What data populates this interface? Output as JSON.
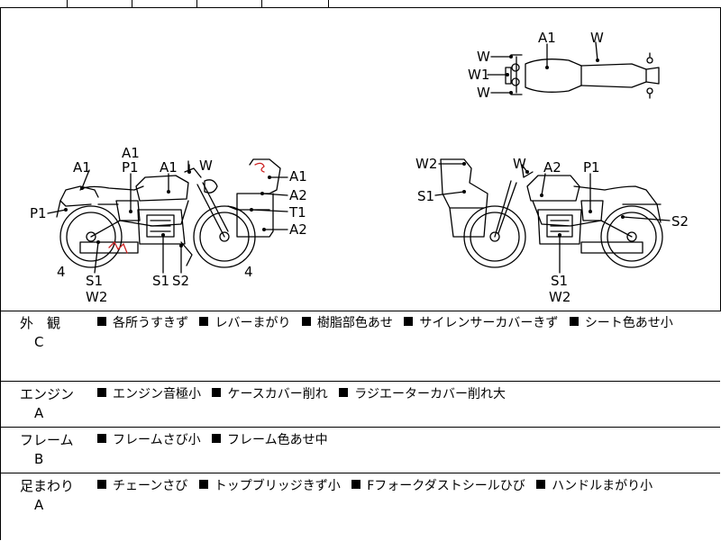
{
  "top_strip": {
    "partial_text": ""
  },
  "diagram": {
    "left_bike": {
      "labels": [
        "A1",
        "A1",
        "P1",
        "A1",
        "W",
        "A1",
        "A2",
        "T1",
        "A2",
        "P1",
        "4",
        "S1",
        "W2",
        "S1",
        "S2",
        "4"
      ]
    },
    "right_bike": {
      "labels": [
        "W2",
        "W",
        "A2",
        "P1",
        "S1",
        "S2",
        "S1",
        "W2"
      ]
    },
    "top_bike": {
      "labels": [
        "A1",
        "W",
        "W",
        "W1",
        "W"
      ]
    }
  },
  "sections": [
    {
      "name": "外　観",
      "grade": "C",
      "items": [
        "各所うすきず",
        "レバーまがり",
        "樹脂部色あせ",
        "サイレンサーカバーきず",
        "シート色あせ小"
      ]
    },
    {
      "name": "エンジン",
      "grade": "A",
      "items": [
        "エンジン音極小",
        "ケースカバー削れ",
        "ラジエーターカバー削れ大"
      ]
    },
    {
      "name": "フレーム",
      "grade": "B",
      "items": [
        "フレームさび小",
        "フレーム色あせ中"
      ]
    },
    {
      "name": "足まわり",
      "grade": "A",
      "items": [
        "チェーンさび",
        "トップブリッジきず小",
        "Fフォークダストシールひび",
        "ハンドルまがり小"
      ]
    }
  ],
  "colors": {
    "line": "#000000",
    "damage_mark": "#cc2222"
  }
}
